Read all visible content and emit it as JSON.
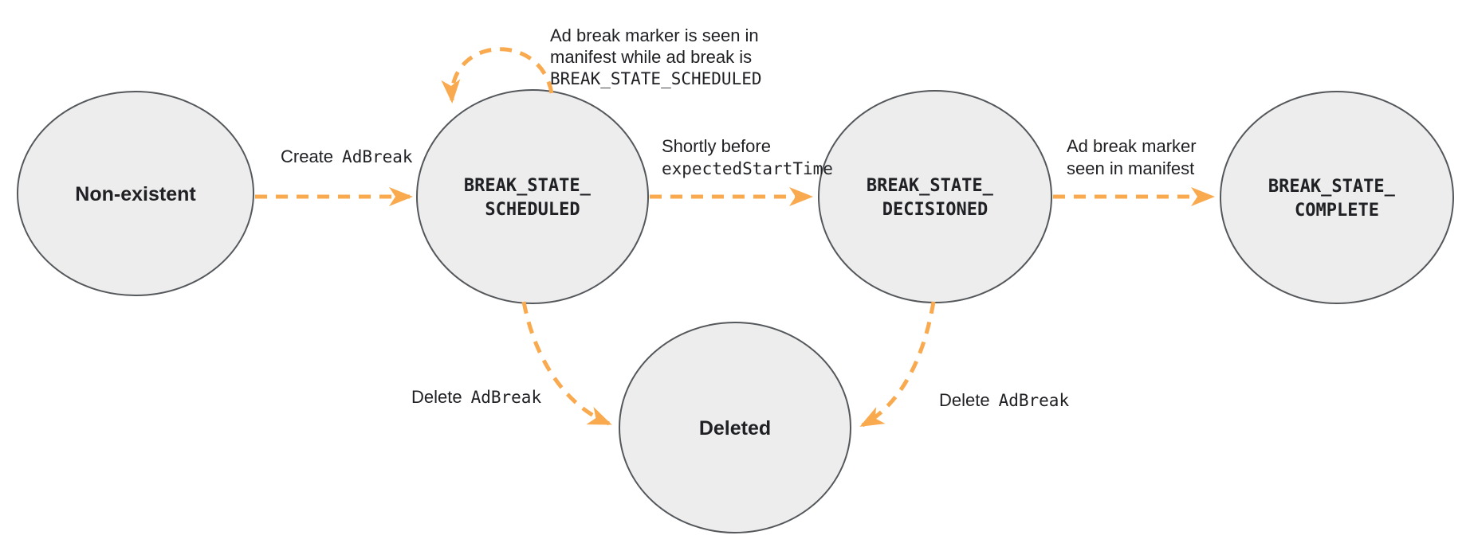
{
  "colors": {
    "arrow": "#F9A94E",
    "node_fill": "#EDEDEE",
    "node_border": "#55585B",
    "text": "#202124"
  },
  "states": {
    "non_existent": {
      "label": "Non-existent"
    },
    "scheduled": {
      "line1": "BREAK_STATE_",
      "line2": "SCHEDULED"
    },
    "decisioned": {
      "line1": "BREAK_STATE_",
      "line2": "DECISIONED"
    },
    "complete": {
      "line1": "BREAK_STATE_",
      "line2": "COMPLETE"
    },
    "deleted": {
      "label": "Deleted"
    }
  },
  "transitions": {
    "create": {
      "plain": "Create",
      "code": "AdBreak"
    },
    "marker_seen_loop": {
      "line1": "Ad break marker is seen in",
      "line2": "manifest while ad break is",
      "line3_code": "BREAK_STATE_SCHEDULED"
    },
    "shortly_before": {
      "line1": "Shortly before",
      "line2_code": "expectedStartTime"
    },
    "marker_seen": {
      "line1": "Ad break marker",
      "line2": "seen in manifest"
    },
    "delete_from_scheduled": {
      "plain": "Delete",
      "code": "AdBreak"
    },
    "delete_from_decisioned": {
      "plain": "Delete",
      "code": "AdBreak"
    }
  }
}
